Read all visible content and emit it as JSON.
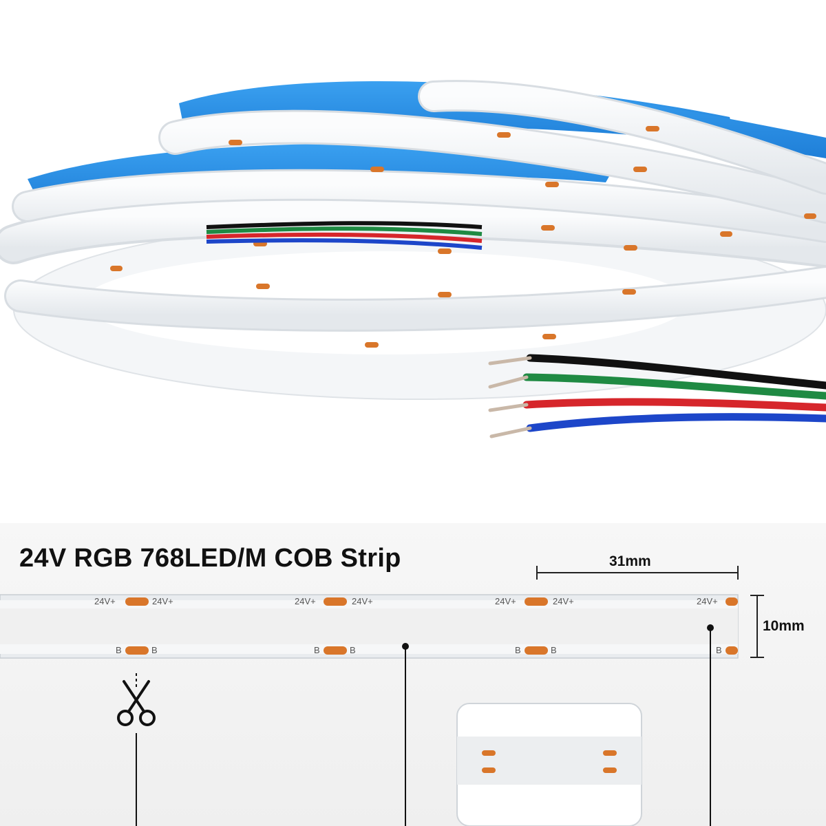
{
  "title": "24V RGB 768LED/M COB Strip",
  "dimensions": {
    "segment_length": "31mm",
    "strip_width": "10mm"
  },
  "pad_labels": {
    "top_left": "24V+",
    "top_right": "24V+",
    "bottom_left": "B",
    "bottom_right": "B"
  },
  "colors": {
    "reel_blue": "#2e8fe6",
    "strip_white": "#f2f4f6",
    "pad_orange": "#d9762a",
    "wire_black": "#111111",
    "wire_green": "#1f8a43",
    "wire_red": "#d6262b",
    "wire_blue": "#1d46c9"
  },
  "icons": [
    "scissors-icon"
  ]
}
